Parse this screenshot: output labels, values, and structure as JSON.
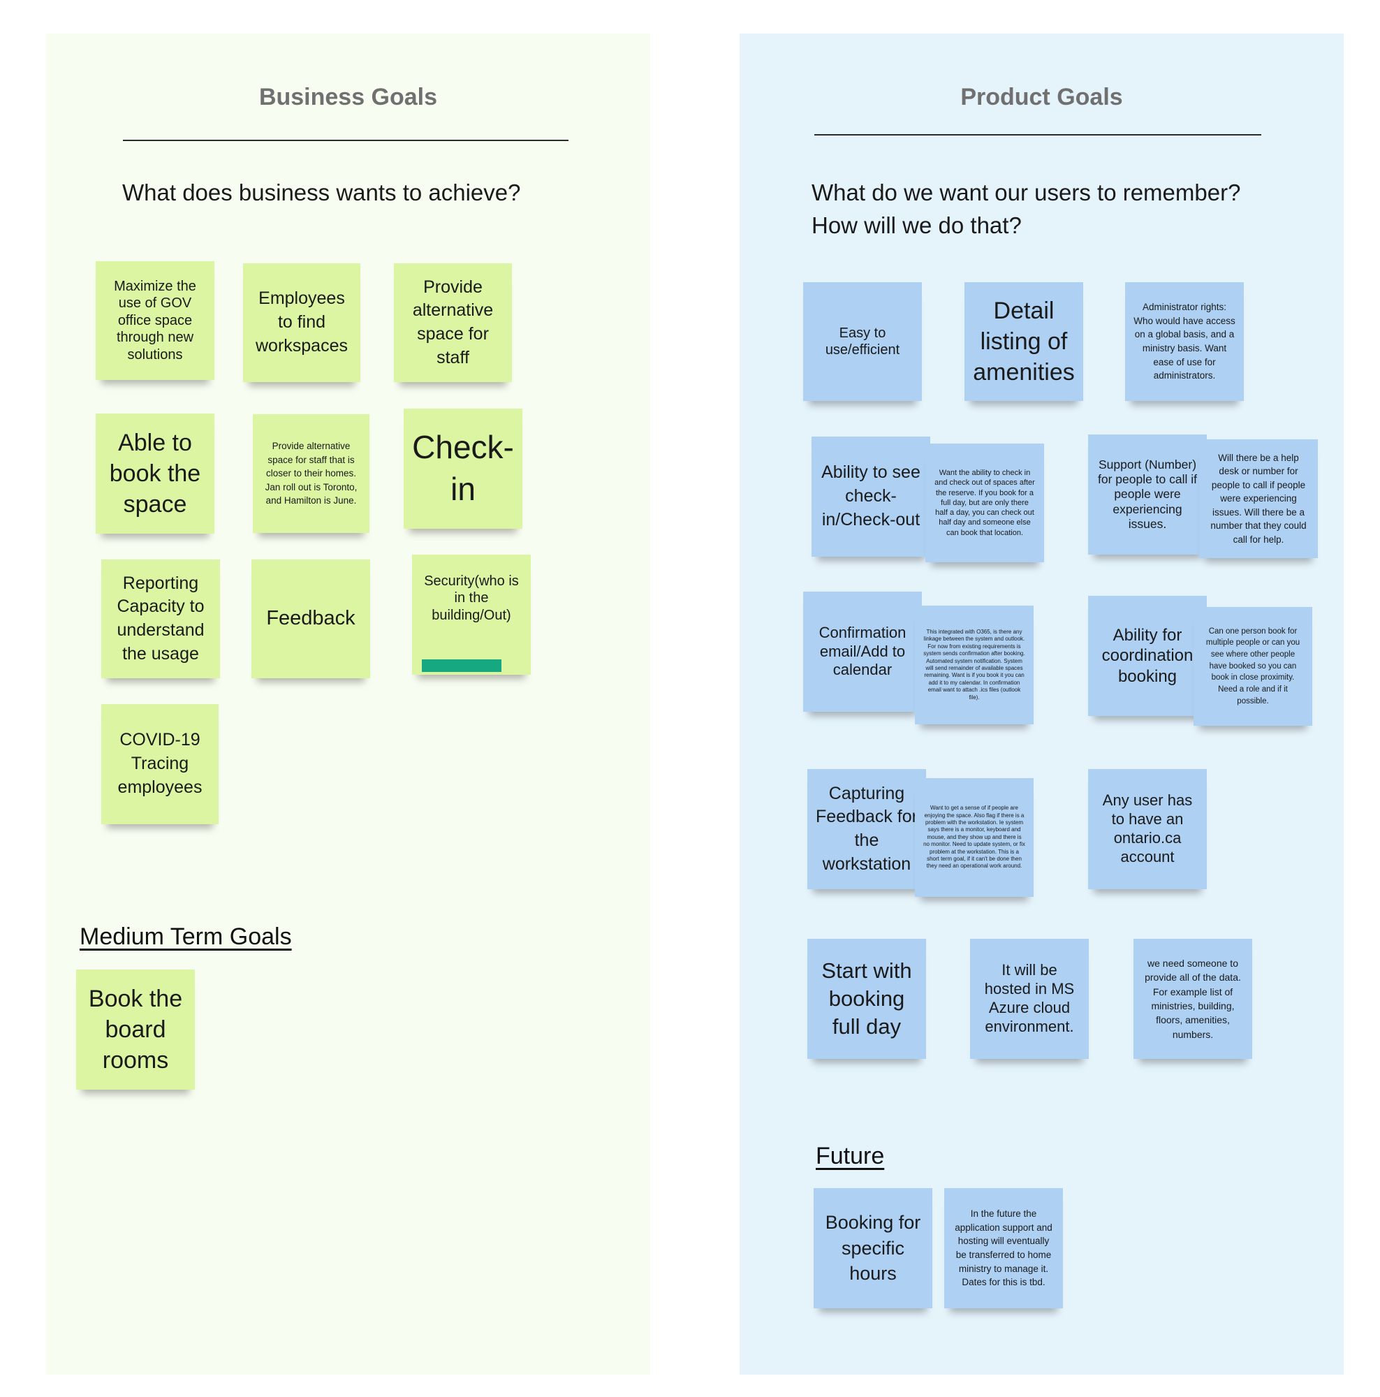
{
  "business": {
    "title": "Business Goals",
    "question": "What does business  wants  to  achieve?",
    "notes": [
      "Maximize the use of GOV office space through new solutions",
      "Employees to find workspaces",
      "Provide alternative space for staff",
      "Able to book the space",
      "Provide alternative space for staff that is closer to their homes. Jan roll out is Toronto, and Hamilton is June.",
      "Check-in",
      "Reporting Capacity to understand the usage",
      "Feedback",
      "Security(who is in the building/Out)",
      "COVID-19 Tracing employees"
    ],
    "medium_label": "Medium Term Goals",
    "medium_notes": [
      "Book the board rooms"
    ],
    "colors": {
      "frame": "#f8fdf1",
      "sticky": "#dcf5a2",
      "tag": "#16a880"
    }
  },
  "product": {
    "title": "Product Goals",
    "question": "What do we want our users to  remember?\nHow will we do that?",
    "notes": [
      "Easy to use/efficient",
      "Detail listing of amenities",
      "Administrator rights: Who would have access on a global basis, and a ministry basis. Want ease of use for administrators.",
      "Ability to see check-in/Check-out",
      "Want the ability to check in and check out of spaces after the reserve. If you book for a full day, but are only there half a day, you can check out half day and someone else can book that location.",
      "Support (Number) for people to call if people were experiencing issues.",
      "Will there be a help desk or number for people to call if people were experiencing issues. Will there be a number that they could call for help.",
      "Confirmation email/Add to calendar",
      "This integrated with O365, is there any linkage between the system and outlook. For now from existing requirements is system sends confirmation after booking. Automated system notification. System will send remainder of available spaces remaining. Want is if you book it you can add it to my calendar. In confirmation email want to attach .ics files (outlook file).",
      "Ability for coordination booking",
      "Can one person book for multiple people or can you see where other people have booked so you can book in close proximity. Need a role and if it possible.",
      "Capturing Feedback for the workstation",
      "Want to get a sense of if people are enjoying the space. Also flag if there is a problem with the workstation. Ie system says there is a monitor, keyboard and mouse, and they show up and there is no monitor. Need to update system, or fix problem at the workstation. This is a short term goal, if it can't be done then they need an operational work around.",
      "Any user has to have an ontario.ca account",
      "Start with booking full day",
      "It will be hosted in MS Azure cloud environment.",
      "we need someone to provide all of the data. For example list of ministries, building, floors, amenities, numbers."
    ],
    "future_label": "Future",
    "future_notes": [
      "Booking for specific hours",
      "In the future the application support and hosting will eventually be transferred to home ministry to manage it. Dates for this is tbd."
    ],
    "colors": {
      "frame": "#e5f3fb",
      "sticky": "#add0f3"
    }
  }
}
